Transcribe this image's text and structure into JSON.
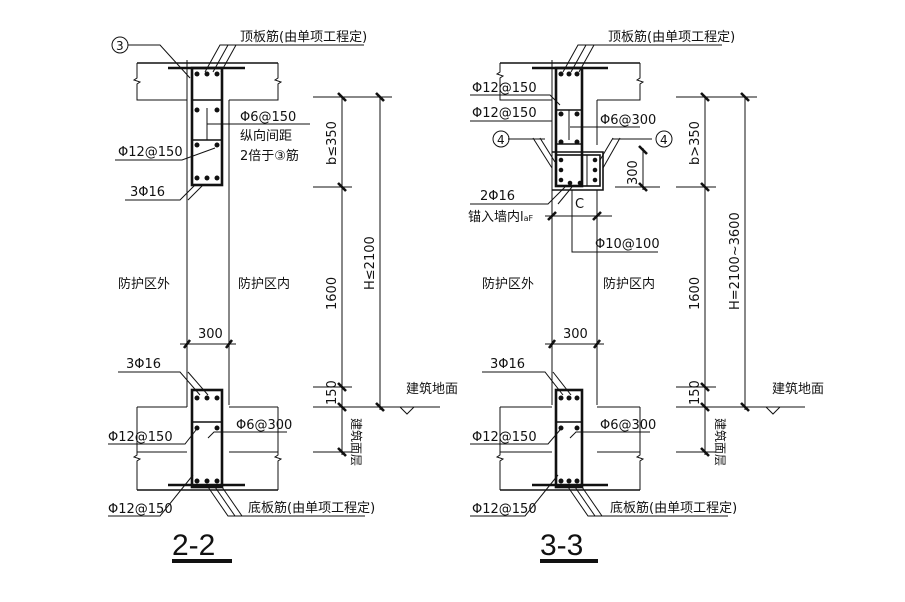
{
  "section_2_2": {
    "title": "2-2",
    "top_slab_rebar": "顶板筋(由单项工程定)",
    "bottom_slab_rebar": "底板筋(由单项工程定)",
    "callout_3": "3",
    "stirrup_top": "Φ6@150",
    "note_line1": "纵向间距",
    "note_line2": "2倍于③筋",
    "rebar_12_150_a": "Φ12@150",
    "rebar_3_16_top": "3Φ16",
    "outside_zone": "防护区外",
    "inside_zone": "防护区内",
    "dim_b": "b≤350",
    "dim_1600": "1600",
    "dim_150": "150",
    "dim_H": "H≤2100",
    "dim_300": "300",
    "rebar_3_16_bottom": "3Φ16",
    "rebar_12_150_b": "Φ12@150",
    "stirrup_bottom": "Φ6@300",
    "rebar_12_150_c": "Φ12@150",
    "ground": "建筑地面",
    "finish_layer": "建筑面层"
  },
  "section_3_3": {
    "title": "3-3",
    "top_slab_rebar": "顶板筋(由单项工程定)",
    "bottom_slab_rebar": "底板筋(由单项工程定)",
    "rebar_12_150_a": "Φ12@150",
    "rebar_12_150_b": "Φ12@150",
    "stirrup_top": "Φ6@300",
    "callout_4_left": "4",
    "callout_4_right": "4",
    "dim_300_v": "300",
    "rebar_2_16": "2Φ16",
    "anchor_note": "锚入墙内l",
    "anchor_sub": "aF",
    "dim_c": "C",
    "rebar_10_100": "Φ10@100",
    "outside_zone": "防护区外",
    "inside_zone": "防护区内",
    "dim_b": "b>350",
    "dim_1600": "1600",
    "dim_150": "150",
    "dim_H": "H=2100~3600",
    "dim_300": "300",
    "rebar_3_16_bottom": "3Φ16",
    "rebar_12_150_c": "Φ12@150",
    "stirrup_bottom": "Φ6@300",
    "rebar_12_150_d": "Φ12@150",
    "ground": "建筑地面",
    "finish_layer": "建筑面层"
  }
}
